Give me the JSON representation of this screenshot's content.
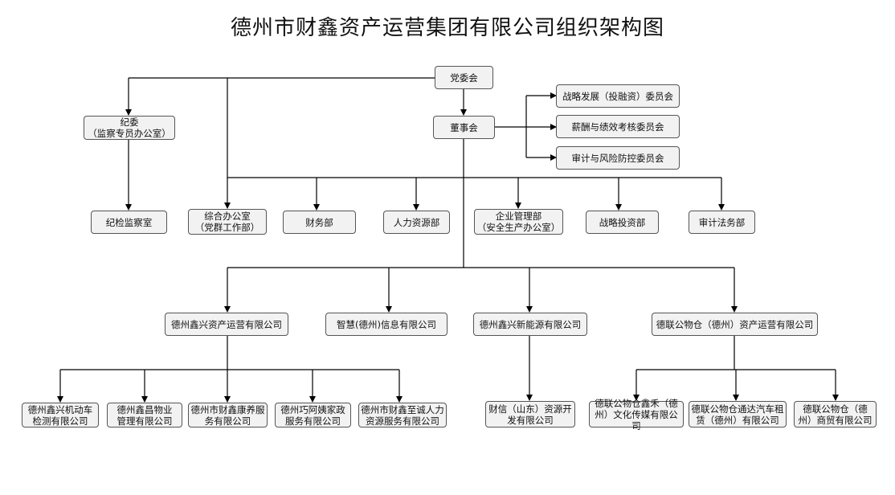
{
  "title": "德州市财鑫资产运营集团有限公司组织架构图",
  "nodes": {
    "party_committee": "党委会",
    "board": "董事会",
    "discipline": "纪委\n（监察专员办公室）",
    "strategy_committee": "战略发展（投融资）委员会",
    "compensation_committee": "薪酬与绩效考核委员会",
    "audit_risk_committee": "审计与风险防控委员会",
    "discipline_office": "纪检监察室",
    "general_office": "综合办公室\n（党群工作部）",
    "finance": "财务部",
    "hr": "人力资源部",
    "enterprise_mgmt": "企业管理部\n（安全生产办公室）",
    "strategic_invest": "战略投资部",
    "audit_legal": "审计法务部",
    "sub_xinxing_asset": "德州鑫兴资产运营有限公司",
    "sub_zhihui_info": "智慧(德州)信息有限公司",
    "sub_xinxing_energy": "德州鑫兴新能源有限公司",
    "sub_delian_asset": "德联公物仓（德州）资产运营有限公司",
    "sub_motor_test": "德州鑫兴机动车\n检测有限公司",
    "sub_property": "德州鑫昌物业\n管理有限公司",
    "sub_kangyang": "德州市财鑫康养服\n务有限公司",
    "sub_housekeeping": "德州巧阿姨家政\n服务有限公司",
    "sub_hr_service": "德州市财鑫至诚人力\n资源服务有限公司",
    "sub_caixin_sd": "财信（山东）资源开\n发有限公司",
    "sub_xinhe_culture": "德联公物仓鑫禾（德\n州）文化传媒有限公司",
    "sub_car_rental": "德联公物仓通达汽车租\n赁（德州）有限公司",
    "sub_trade": "德联公物仓（德\n州）商贸有限公司"
  }
}
